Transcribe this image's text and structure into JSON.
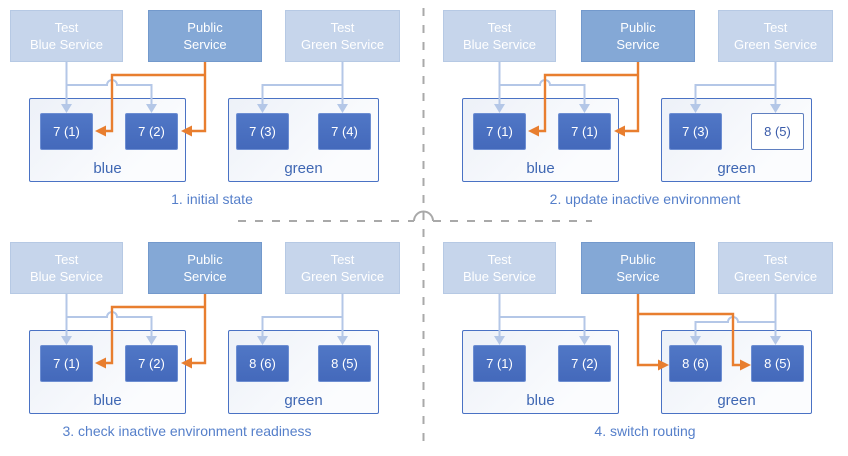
{
  "colors": {
    "light_service_fill": "#c6d5eb",
    "light_service_border": "#b6c9e4",
    "service_text": "#ffffff",
    "public_fill": "#84a8d6",
    "public_border": "#7399cc",
    "pod_text": "#ffffff",
    "pod_pending_border": "#5f7fc0",
    "pod_pending_text": "#3a5ba9",
    "env_border": "#4a72c4",
    "env_label_text": "#3f67b3",
    "wire_light": "#b4c7e7",
    "wire_orange": "#e87e2f",
    "caption_text": "#557fca",
    "divider": "#a9a9a9"
  },
  "panels": [
    {
      "caption": "1. initial state",
      "services": {
        "test_blue": {
          "line1": "Test",
          "line2": "Blue Service"
        },
        "public": {
          "line1": "Public",
          "line2": "Service"
        },
        "test_green": {
          "line1": "Test",
          "line2": "Green Service"
        }
      },
      "blue_env": {
        "label": "blue",
        "pods": [
          {
            "label": "7 (1)",
            "state": "running"
          },
          {
            "label": "7 (2)",
            "state": "running"
          }
        ]
      },
      "green_env": {
        "label": "green",
        "pods": [
          {
            "label": "7 (3)",
            "state": "running"
          },
          {
            "label": "7 (4)",
            "state": "running"
          }
        ]
      },
      "public_route_target": "blue"
    },
    {
      "caption": "2. update inactive environment",
      "services": {
        "test_blue": {
          "line1": "Test",
          "line2": "Blue Service"
        },
        "public": {
          "line1": "Public",
          "line2": "Service"
        },
        "test_green": {
          "line1": "Test",
          "line2": "Green Service"
        }
      },
      "blue_env": {
        "label": "blue",
        "pods": [
          {
            "label": "7 (1)",
            "state": "running"
          },
          {
            "label": "7 (1)",
            "state": "running"
          }
        ]
      },
      "green_env": {
        "label": "green",
        "pods": [
          {
            "label": "7 (3)",
            "state": "running"
          },
          {
            "label": "8 (5)",
            "state": "creating"
          }
        ]
      },
      "public_route_target": "blue"
    },
    {
      "caption": "3. check inactive environment readiness",
      "services": {
        "test_blue": {
          "line1": "Test",
          "line2": "Blue Service"
        },
        "public": {
          "line1": "Public",
          "line2": "Service"
        },
        "test_green": {
          "line1": "Test",
          "line2": "Green Service"
        }
      },
      "blue_env": {
        "label": "blue",
        "pods": [
          {
            "label": "7 (1)",
            "state": "running"
          },
          {
            "label": "7 (2)",
            "state": "running"
          }
        ]
      },
      "green_env": {
        "label": "green",
        "pods": [
          {
            "label": "8 (6)",
            "state": "running"
          },
          {
            "label": "8 (5)",
            "state": "running"
          }
        ]
      },
      "public_route_target": "blue"
    },
    {
      "caption": "4. switch routing",
      "services": {
        "test_blue": {
          "line1": "Test",
          "line2": "Blue Service"
        },
        "public": {
          "line1": "Public",
          "line2": "Service"
        },
        "test_green": {
          "line1": "Test",
          "line2": "Green Service"
        }
      },
      "blue_env": {
        "label": "blue",
        "pods": [
          {
            "label": "7 (1)",
            "state": "running"
          },
          {
            "label": "7 (2)",
            "state": "running"
          }
        ]
      },
      "green_env": {
        "label": "green",
        "pods": [
          {
            "label": "8 (6)",
            "state": "running"
          },
          {
            "label": "8 (5)",
            "state": "running"
          }
        ]
      },
      "public_route_target": "green"
    }
  ]
}
